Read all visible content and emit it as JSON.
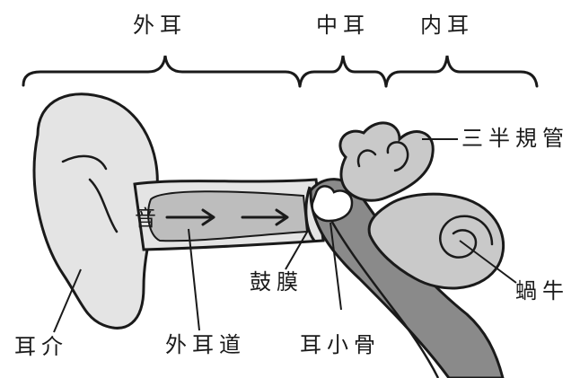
{
  "sections": {
    "outer_ear": "外耳",
    "middle_ear": "中耳",
    "inner_ear": "内耳"
  },
  "parts": {
    "auricle": "耳介",
    "ear_canal": "外耳道",
    "eardrum": "鼓膜",
    "ossicles": "耳小骨",
    "semicircular_canals": "三半規管",
    "cochlea": "蝸牛",
    "sound": "音"
  },
  "colors": {
    "ear_fill": "#e4e4e4",
    "canal_fill": "#bdbdbd",
    "tube_fill": "#8a8a8a",
    "inner_fill": "#c9c9c9",
    "ink": "#1a1a1a"
  }
}
